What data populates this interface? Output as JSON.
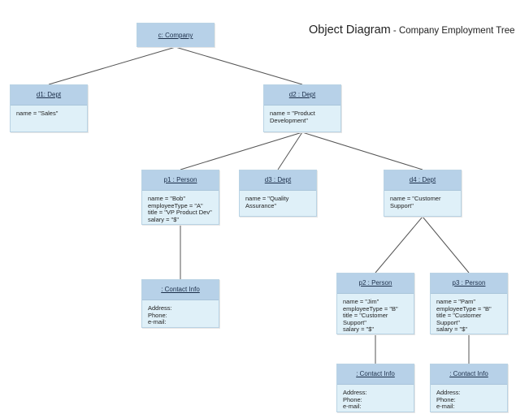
{
  "title": {
    "main": "Object Diagram",
    "sub": " - Company Employment Tree"
  },
  "colors": {
    "header_fill": "#b7d1e8",
    "body_fill": "#dff0f8",
    "border": "#b9d3e4",
    "connector": "#555555"
  },
  "objects": {
    "company": {
      "header": "c: Company",
      "lines": []
    },
    "d1": {
      "header": "d1: Dept",
      "lines": [
        "name = \"Sales\""
      ]
    },
    "d2": {
      "header": "d2 : Dept",
      "lines": [
        "name = \"Product",
        "Development\""
      ]
    },
    "p1": {
      "header": "p1 : Person",
      "lines": [
        "name = \"Bob\"",
        "employeeType = \"A\"",
        "title = \"VP Product Dev\"",
        "salary = \"$\""
      ]
    },
    "d3": {
      "header": "d3 : Dept",
      "lines": [
        "name = \"Quality",
        "Assurance\""
      ]
    },
    "d4": {
      "header": "d4 : Dept",
      "lines": [
        "name = \"Customer",
        "Support\""
      ]
    },
    "contact1": {
      "header": ": Contact Info",
      "lines": [
        "Address:",
        "Phone:",
        "e-mail:"
      ]
    },
    "p2": {
      "header": "p2 : Person",
      "lines": [
        "name = \"Jim\"",
        "employeeType = \"B\"",
        "title = \"Customer",
        "Support\"",
        "salary = \"$\""
      ]
    },
    "p3": {
      "header": "p3 : Person",
      "lines": [
        "name = \"Pam\"",
        "employeeType = \"B\"",
        "title = \"Customer",
        "Support\"",
        "salary = \"$\""
      ]
    },
    "contact2": {
      "header": ": Contact Info",
      "lines": [
        "Address:",
        "Phone:",
        "e-mail:"
      ]
    },
    "contact3": {
      "header": ": Contact Info",
      "lines": [
        "Address:",
        "Phone:",
        "e-mail:"
      ]
    }
  },
  "links": [
    [
      "company",
      "d1"
    ],
    [
      "company",
      "d2"
    ],
    [
      "d2",
      "p1"
    ],
    [
      "d2",
      "d3"
    ],
    [
      "d2",
      "d4"
    ],
    [
      "p1",
      "contact1"
    ],
    [
      "d4",
      "p2"
    ],
    [
      "d4",
      "p3"
    ],
    [
      "p2",
      "contact2"
    ],
    [
      "p3",
      "contact3"
    ]
  ]
}
